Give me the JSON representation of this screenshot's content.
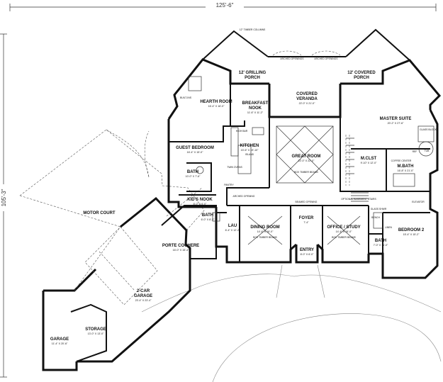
{
  "overall_width": "125'-6\"",
  "overall_depth": "105'-3\"",
  "rooms": {
    "hearth": {
      "name": "HEARTH ROOM",
      "dim": "16'-4\" X 16'-0\""
    },
    "grilling": {
      "name": "12' GRILLING",
      "sub": "PORCH"
    },
    "breakfast": {
      "name": "BREAKFAST",
      "sub": "NOOK",
      "dim": "11'-6\" X 11'-2\""
    },
    "veranda": {
      "name": "COVERED",
      "sub": "VERANDA",
      "dim": "22'-0\" X 21'-0\""
    },
    "covporch": {
      "name": "12' COVERED",
      "sub": "PORCH"
    },
    "master": {
      "name": "MASTER SUITE",
      "dim": "20'-2\" X 27'-6\""
    },
    "guest": {
      "name": "GUEST BEDROOM",
      "dim": "16'-4\" X 15'-0\""
    },
    "kitchen": {
      "name": "KITCHEN",
      "dim": "15'-6\" X 19'-10\""
    },
    "great": {
      "name": "GREAT ROOM",
      "dim": "22'-0\" X 22'-0\""
    },
    "mclst": {
      "name": "M.CLST",
      "dim": "9'-10\" X 12'-0\""
    },
    "mbath": {
      "name": "M.BATH",
      "dim": "16'-8\" X 21'-0\""
    },
    "bath": {
      "name": "BATH",
      "dim": "10'-0\" X 7'-6\""
    },
    "kidsnook": {
      "name": "KID'S NOOK",
      "dim": "8'-0\" X 6'-0\""
    },
    "bath2": {
      "name": "BATH",
      "dim": "6'-0\" X 8'-2\""
    },
    "lau": {
      "name": "LAU",
      "dim": "6'-4\" X 12'-2\""
    },
    "dining": {
      "name": "DINING ROOM",
      "dim": "14'-4\" X 16'-0\""
    },
    "foyer": {
      "name": "FOYER",
      "dim": "7'-4\""
    },
    "office": {
      "name": "OFFICE / STUDY",
      "dim": "14'-4\" X 16'-0\""
    },
    "bedroom2": {
      "name": "BEDROOM 2",
      "dim": "15'-4\" X 15'-2\""
    },
    "bath3": {
      "name": "BATH",
      "dim": "7'-0\" X 11'-0\""
    },
    "entry": {
      "name": "ENTRY",
      "dim": "8'-0\" X 6'-0\""
    },
    "motor": {
      "name": "MOTOR COURT"
    },
    "cochere": {
      "name": "PORTE COCHERE",
      "dim": "16'-0\" X 15'-4\""
    },
    "garage2": {
      "name": "2-CAR",
      "sub": "GARAGE",
      "dim": "23'-4\" X 23'-4\""
    },
    "storage": {
      "name": "STORAGE",
      "dim": "13'-0\" X 13'-0\""
    },
    "garage": {
      "name": "GARAGE",
      "dim": "11'-4\" X 20'-6\""
    }
  },
  "notes": {
    "timber": "12\" TIMBER COLUMNS",
    "arched1": "ARCHED OPENINGS",
    "arched2": "ARCHED OPENINGS",
    "built_ins": "BUILT-INS",
    "high_bar": "HIGH BAR",
    "island": "ISLAND",
    "pantry": "PANTRY",
    "twin_ovens": "TWIN OVENS",
    "beams_great": "BOX TIMBER BEAMS",
    "arched_opening": "ARCHED OPENING",
    "beamed_opening": "BEAMED OPENING",
    "beams_dining": "BOX TIMBER BEAMS",
    "beams_office": "BOX TIMBER BEAMS",
    "optional_basement": "OPTIONAL BASEMENT STAIRS",
    "coffee": "COFFEE CENTER",
    "glass_block": "GLASS BLOCK",
    "glass_shwr": "GLASS SHWR",
    "tub": "TUB",
    "ref": "REF",
    "elevator": "ELEVATOR",
    "bench": "BENCH",
    "linen": "LINEN"
  }
}
